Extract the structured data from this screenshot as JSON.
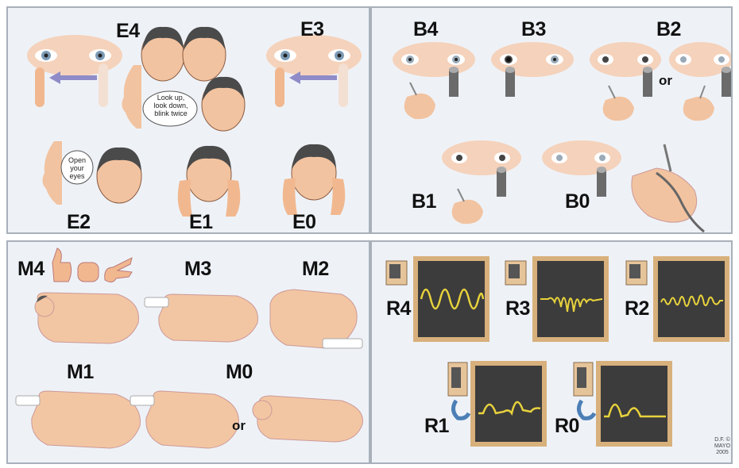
{
  "eye_panel": {
    "labels": {
      "e4": "E4",
      "e3": "E3",
      "e2": "E2",
      "e1": "E1",
      "e0": "E0"
    },
    "speech_look": "Look up, look down, blink twice",
    "speech_open": "Open your eyes"
  },
  "brainstem_panel": {
    "labels": {
      "b4": "B4",
      "b3": "B3",
      "b2": "B2",
      "b1": "B1",
      "b0": "B0"
    },
    "or_text": "or"
  },
  "motor_panel": {
    "labels": {
      "m4": "M4",
      "m3": "M3",
      "m2": "M2",
      "m1": "M1",
      "m0": "M0"
    },
    "or_text": "or"
  },
  "respiration_panel": {
    "labels": {
      "r4": "R4",
      "r3": "R3",
      "r2": "R2",
      "r1": "R1",
      "r0": "R0"
    },
    "credit": "D.F. © MAYO 2005"
  },
  "colors": {
    "skin": "#f3c6a3",
    "panel_bg": "#eef2f7",
    "monitor": "#3c3c3c",
    "trace": "#e8d23c",
    "frame": "#d8b07c"
  }
}
